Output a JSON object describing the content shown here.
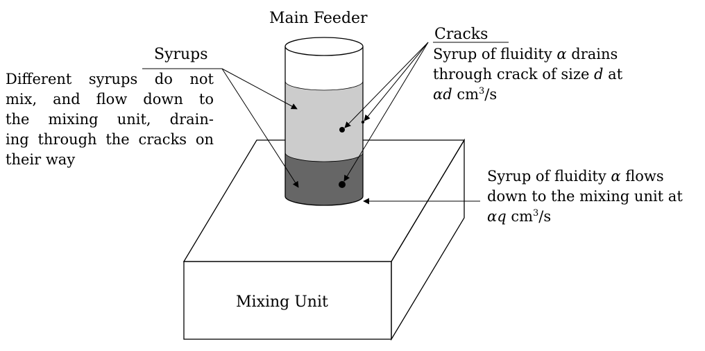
{
  "labels": {
    "main_feeder": "Main Feeder",
    "syrups": "Syrups",
    "cracks": "Cracks",
    "mixing_unit": "Mixing Unit"
  },
  "syrups_description": [
    "Different syrups do not",
    "mix, and flow down to",
    "the mixing unit, drain-",
    "ing through the cracks on",
    "their way"
  ],
  "cracks_description": {
    "line1_prefix": "Syrup of fluidity ",
    "alpha": "α",
    "line1_suffix": " drains",
    "line2_prefix": "through crack of size ",
    "d": "d",
    "line2_suffix": " at",
    "line3_alpha": "α",
    "line3_var": "d",
    "line3_unit": " cm",
    "exponent": "3",
    "line3_rest": "/s"
  },
  "flow_description": {
    "line1_prefix": "Syrup of fluidity ",
    "alpha": "α",
    "line1_suffix": " flows",
    "line2": "down to the mixing unit at",
    "line3_alpha": "α",
    "line3_var": "q",
    "line3_unit": " cm",
    "exponent": "3",
    "line3_rest": "/s"
  },
  "colors": {
    "light_syrup": "#cccccc",
    "dark_syrup": "#666666",
    "line": "#000000"
  }
}
